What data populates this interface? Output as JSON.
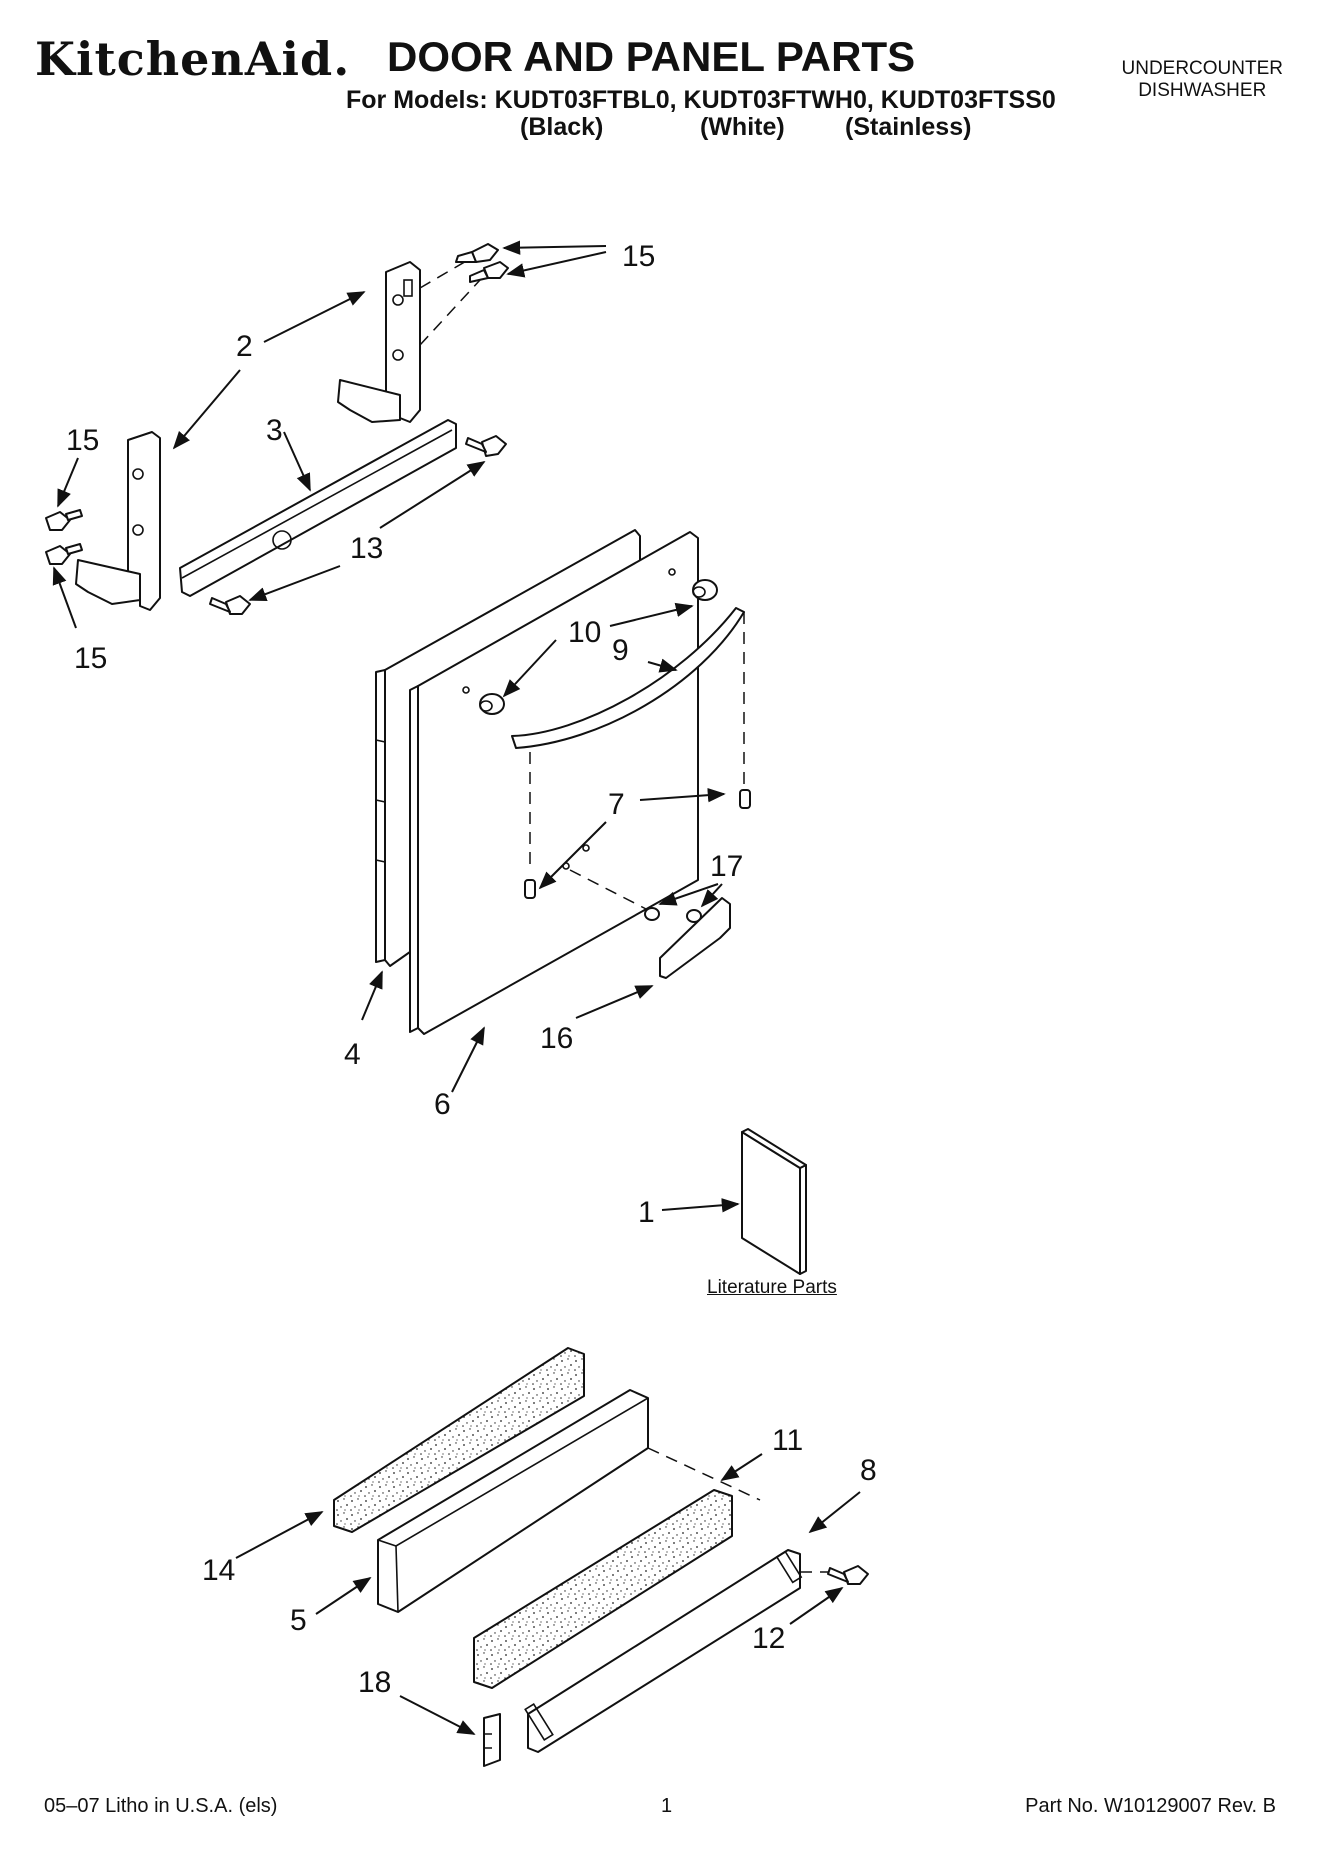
{
  "header": {
    "brand": "KitchenAid.",
    "title": "DOOR AND PANEL PARTS",
    "models_line": "For Models: KUDT03FTBL0, KUDT03FTWH0, KUDT03FTSS0",
    "variants": [
      "(Black)",
      "(White)",
      "(Stainless)"
    ],
    "appliance_line1": "UNDERCOUNTER",
    "appliance_line2": "DISHWASHER"
  },
  "callouts": {
    "c15a": "15",
    "c2": "2",
    "c15b": "15",
    "c3": "3",
    "c13": "13",
    "c15c": "15",
    "c10": "10",
    "c9": "9",
    "c7": "7",
    "c17": "17",
    "c4": "4",
    "c16": "16",
    "c6": "6",
    "c1": "1",
    "c11": "11",
    "c8": "8",
    "c14": "14",
    "c5": "5",
    "c12": "12",
    "c18": "18"
  },
  "literature_label": "Literature Parts",
  "footer": {
    "litho": "05–07 Litho in U.S.A. (els)",
    "page": "1",
    "part_no": "Part No. W10129007 Rev. B"
  }
}
